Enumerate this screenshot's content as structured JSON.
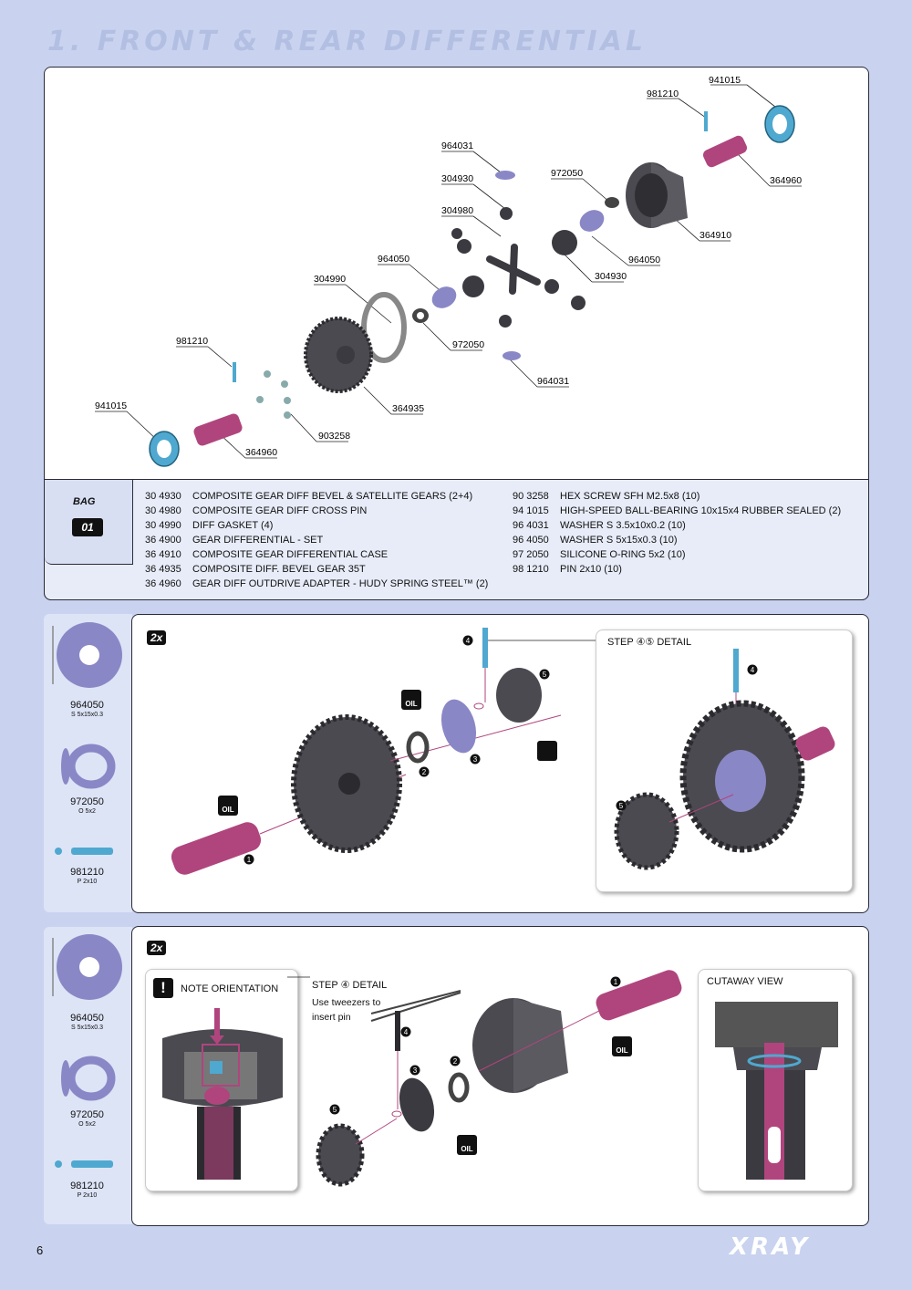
{
  "title": "1. FRONT & REAR DIFFERENTIAL",
  "page_number": "6",
  "brand": "XRAY",
  "bag": {
    "label": "BAG",
    "number": "01"
  },
  "parts": [
    {
      "code": "30 4930",
      "desc": "COMPOSITE GEAR DIFF BEVEL & SATELLITE GEARS (2+4)"
    },
    {
      "code": "30 4980",
      "desc": "COMPOSITE GEAR DIFF CROSS PIN"
    },
    {
      "code": "30 4990",
      "desc": "DIFF GASKET (4)"
    },
    {
      "code": "36 4900",
      "desc": "GEAR DIFFERENTIAL - SET"
    },
    {
      "code": "36 4910",
      "desc": "COMPOSITE GEAR DIFFERENTIAL CASE"
    },
    {
      "code": "36 4935",
      "desc": "COMPOSITE DIFF. BEVEL GEAR 35T"
    },
    {
      "code": "36 4960",
      "desc": "GEAR DIFF OUTDRIVE ADAPTER - HUDY SPRING STEEL™ (2)"
    }
  ],
  "parts2": [
    {
      "code": "90 3258",
      "desc": "HEX SCREW SFH M2.5x8  (10)"
    },
    {
      "code": "94 1015",
      "desc": "HIGH-SPEED BALL-BEARING 10x15x4 RUBBER SEALED  (2)"
    },
    {
      "code": "96 4031",
      "desc": "WASHER S 3.5x10x0.2  (10)"
    },
    {
      "code": "96 4050",
      "desc": "WASHER S 5x15x0.3  (10)"
    },
    {
      "code": "97 2050",
      "desc": "SILICONE O-RING 5x2  (10)"
    },
    {
      "code": "98 1210",
      "desc": "PIN 2x10  (10)"
    }
  ],
  "diagram_labels": {
    "l941015a": "941015",
    "l981210a": "981210",
    "l964031a": "964031",
    "l304930a": "304930",
    "l972050a": "972050",
    "l364960a": "364960",
    "l304980": "304980",
    "l364910": "364910",
    "l964050a": "964050",
    "l304990": "304990",
    "l964050b": "964050",
    "l304930b": "304930",
    "l972050b": "972050",
    "l981210b": "981210",
    "l964031b": "964031",
    "l941015b": "941015",
    "l364935": "364935",
    "l903258": "903258",
    "l364960b": "364960"
  },
  "step1": {
    "multiplier": "2x",
    "detail_title": "STEP ④⑤ DETAIL",
    "side": [
      {
        "code": "964050",
        "spec": "S 5x15x0.3"
      },
      {
        "code": "972050",
        "spec": "O 5x2"
      },
      {
        "code": "981210",
        "spec": "P 2x10"
      }
    ],
    "oil": "OIL"
  },
  "step2": {
    "multiplier": "2x",
    "note": "NOTE ORIENTATION",
    "note_mark": "!",
    "detail_title": "STEP ④  DETAIL",
    "detail_text": "Use tweezers to insert pin",
    "cutaway": "CUTAWAY VIEW",
    "side": [
      {
        "code": "964050",
        "spec": "S 5x15x0.3"
      },
      {
        "code": "972050",
        "spec": "O 5x2"
      },
      {
        "code": "981210",
        "spec": "P 2x10"
      }
    ],
    "oil": "OIL"
  },
  "step_numbers": [
    "1",
    "2",
    "3",
    "4",
    "5"
  ],
  "colors": {
    "background": "#c9d3ef",
    "washer": "#8a87c6",
    "pink": "#b0457e",
    "bearing": "#4fa8cf",
    "dark": "#3a3a40"
  }
}
